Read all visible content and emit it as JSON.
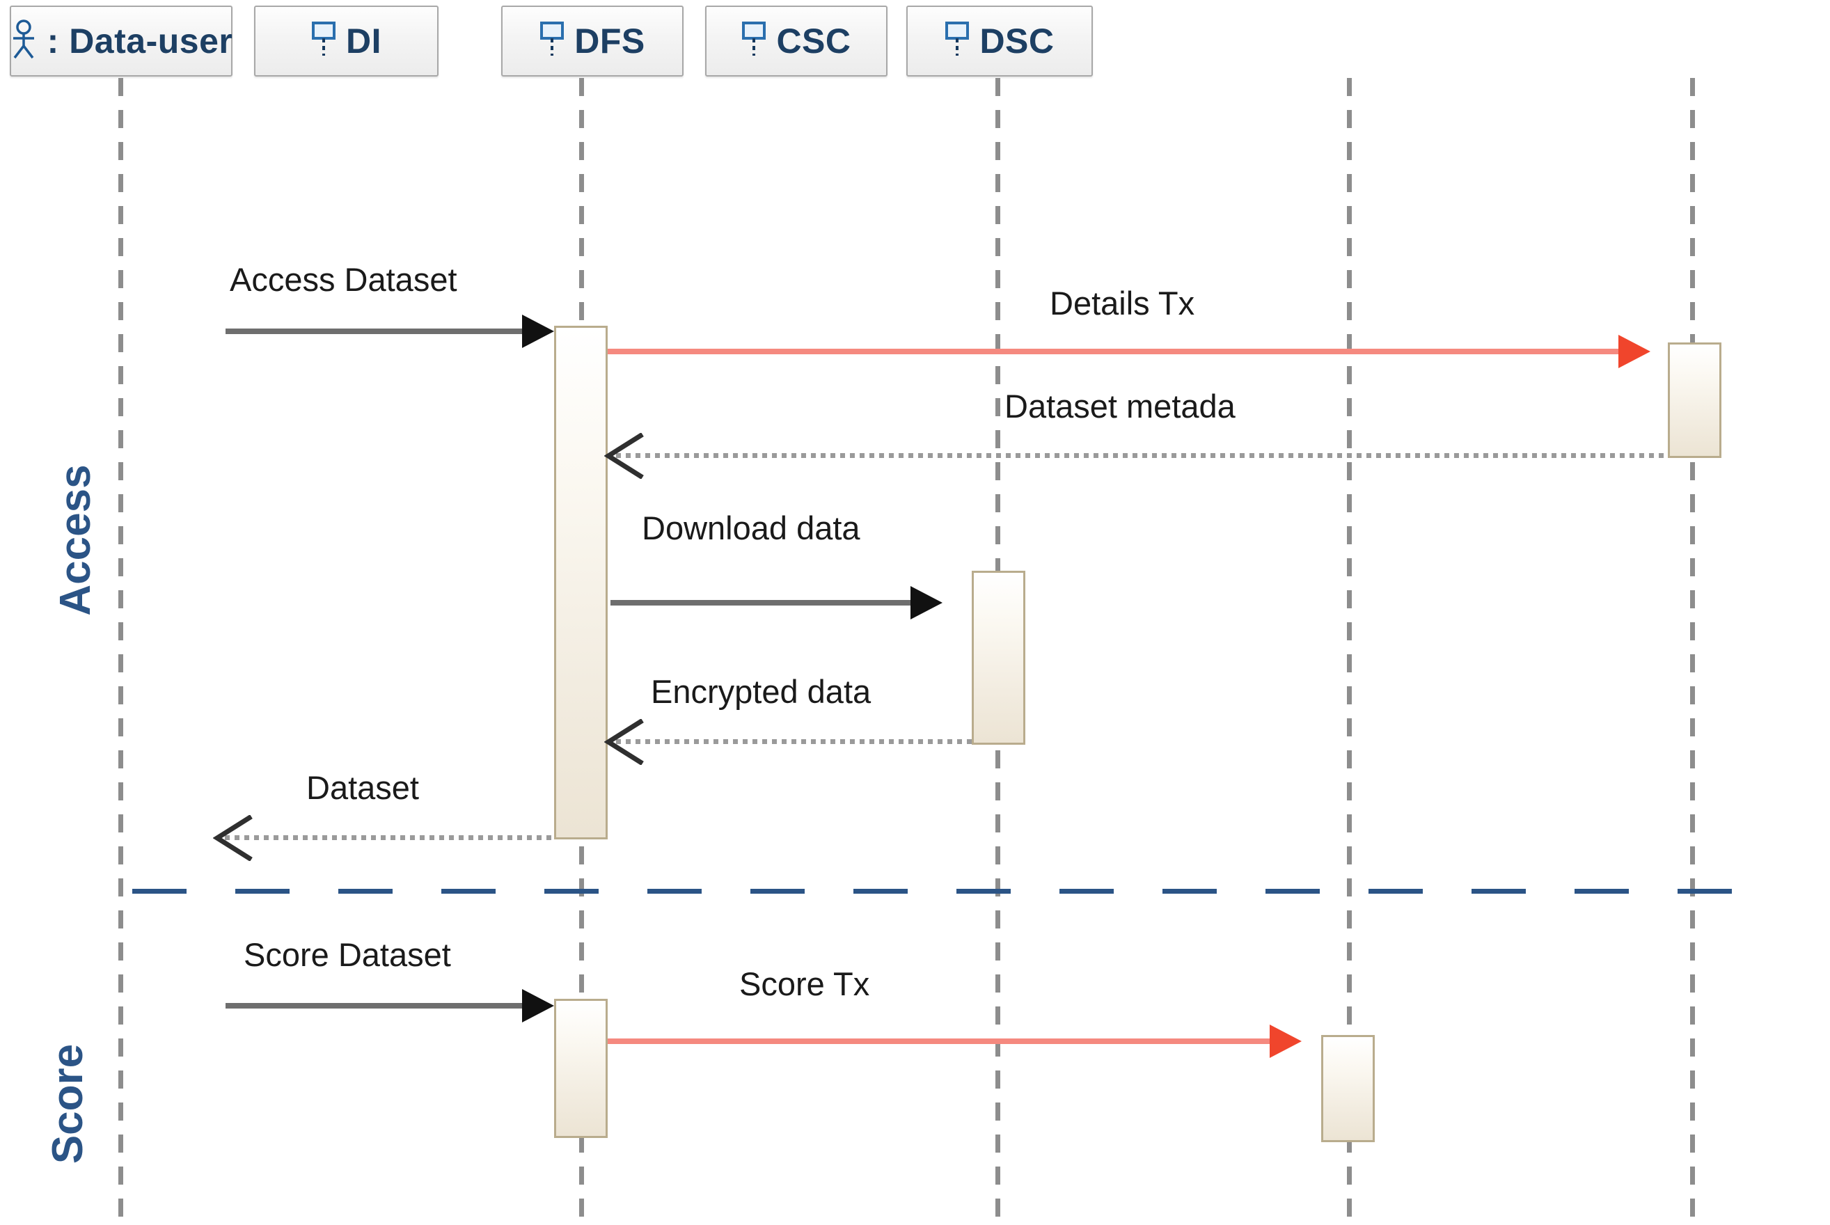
{
  "diagram": {
    "type": "uml-sequence-diagram",
    "colors": {
      "participant_label": "#1d3f63",
      "phase_label": "#2b5486",
      "lifeline": "#8d8d8d",
      "activation_border": "#b9ac8d",
      "activation_fill": "#f2ece0",
      "sync_message": "#6e6e6e",
      "blockchain_message": "#f5897f",
      "blockchain_arrowhead": "#f0452c",
      "return_message": "#9a9a9a",
      "separator": "#2b5486",
      "header_border": "#a8a8a8"
    }
  },
  "participants": [
    {
      "id": "data-user",
      "label": ": Data-user",
      "icon": "actor-stick-figure-icon"
    },
    {
      "id": "di",
      "label": "DI",
      "icon": "boundary-lifeline-icon"
    },
    {
      "id": "dfs",
      "label": "DFS",
      "icon": "boundary-lifeline-icon"
    },
    {
      "id": "csc",
      "label": "CSC",
      "icon": "boundary-lifeline-icon"
    },
    {
      "id": "dsc",
      "label": "DSC",
      "icon": "boundary-lifeline-icon"
    }
  ],
  "phases": [
    {
      "id": "access",
      "label": "Access"
    },
    {
      "id": "score",
      "label": "Score"
    }
  ],
  "messages": [
    {
      "id": "m1",
      "label": "Access Dataset",
      "from": "data-user",
      "to": "di",
      "kind": "sync",
      "direction": "right"
    },
    {
      "id": "m2",
      "label": "Details Tx",
      "from": "di",
      "to": "dsc",
      "kind": "blockchain",
      "direction": "right"
    },
    {
      "id": "m3",
      "label": "Dataset metada",
      "from": "dsc",
      "to": "di",
      "kind": "return",
      "direction": "left"
    },
    {
      "id": "m4",
      "label": "Download data",
      "from": "di",
      "to": "dfs",
      "kind": "sync",
      "direction": "right"
    },
    {
      "id": "m5",
      "label": "Encrypted data",
      "from": "dfs",
      "to": "di",
      "kind": "return",
      "direction": "left"
    },
    {
      "id": "m6",
      "label": "Dataset",
      "from": "di",
      "to": "data-user",
      "kind": "return",
      "direction": "left"
    },
    {
      "id": "m7",
      "label": "Score Dataset",
      "from": "data-user",
      "to": "di",
      "kind": "sync",
      "direction": "right"
    },
    {
      "id": "m8",
      "label": "Score Tx",
      "from": "di",
      "to": "csc",
      "kind": "blockchain",
      "direction": "right"
    }
  ]
}
